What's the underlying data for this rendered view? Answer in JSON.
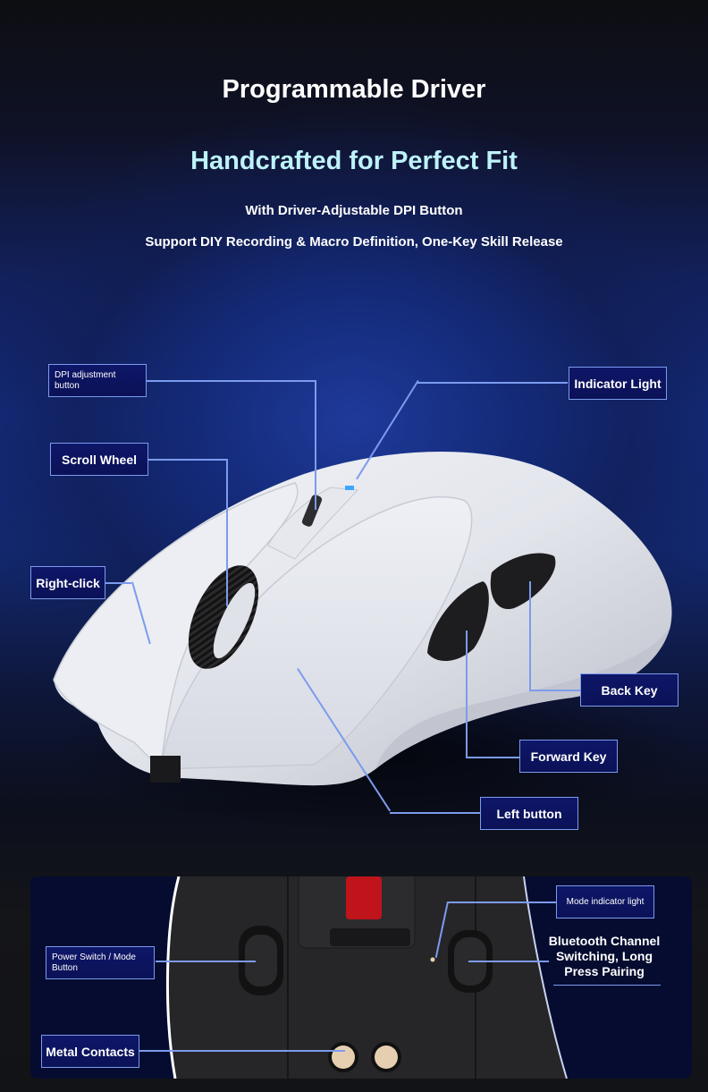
{
  "header": {
    "title": "Programmable Driver",
    "subtitle": "Handcrafted for Perfect Fit",
    "feature_1": "With Driver-Adjustable DPI Button",
    "feature_2": "Support DIY Recording & Macro Definition, One-Key Skill Release"
  },
  "top_callouts": {
    "dpi": "DPI adjustment button",
    "indicator": "Indicator Light",
    "scroll": "Scroll Wheel",
    "right_click": "Right-click",
    "back": "Back Key",
    "forward": "Forward Key",
    "left": "Left button"
  },
  "bottom_callouts": {
    "power": "Power Switch / Mode Button",
    "mode_light": "Mode indicator light",
    "bluetooth": "Bluetooth Channel Switching, Long Press Pairing",
    "contacts": "Metal Contacts"
  },
  "colors": {
    "accent_cyan": "#bdf2f8",
    "label_bg": "#0e1668",
    "label_border": "#7c9bee",
    "indicator_blue": "#3fa6ff",
    "mouse_white": "#e8e9ee",
    "underside_red": "#c0141c",
    "contact_gold": "#e6cfb0"
  }
}
